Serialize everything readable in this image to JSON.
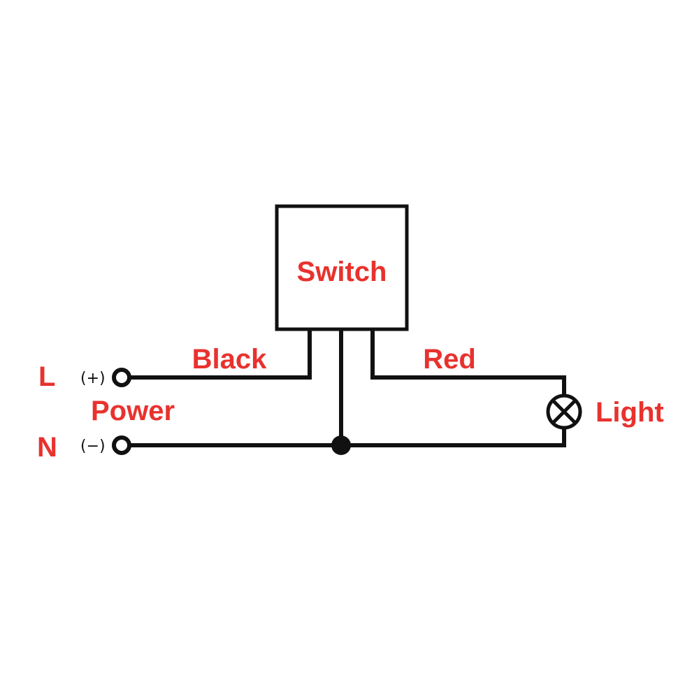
{
  "colors": {
    "label": "#e8322e",
    "line": "#111111",
    "background": "#ffffff"
  },
  "switch": {
    "label": "Switch"
  },
  "wires": {
    "black_label": "Black",
    "red_label": "Red"
  },
  "power": {
    "label": "Power",
    "line_label": "L",
    "neutral_label": "N",
    "positive_mark": "(+)",
    "negative_mark": "(−)"
  },
  "light": {
    "label": "Light",
    "icon": "lamp-icon"
  }
}
